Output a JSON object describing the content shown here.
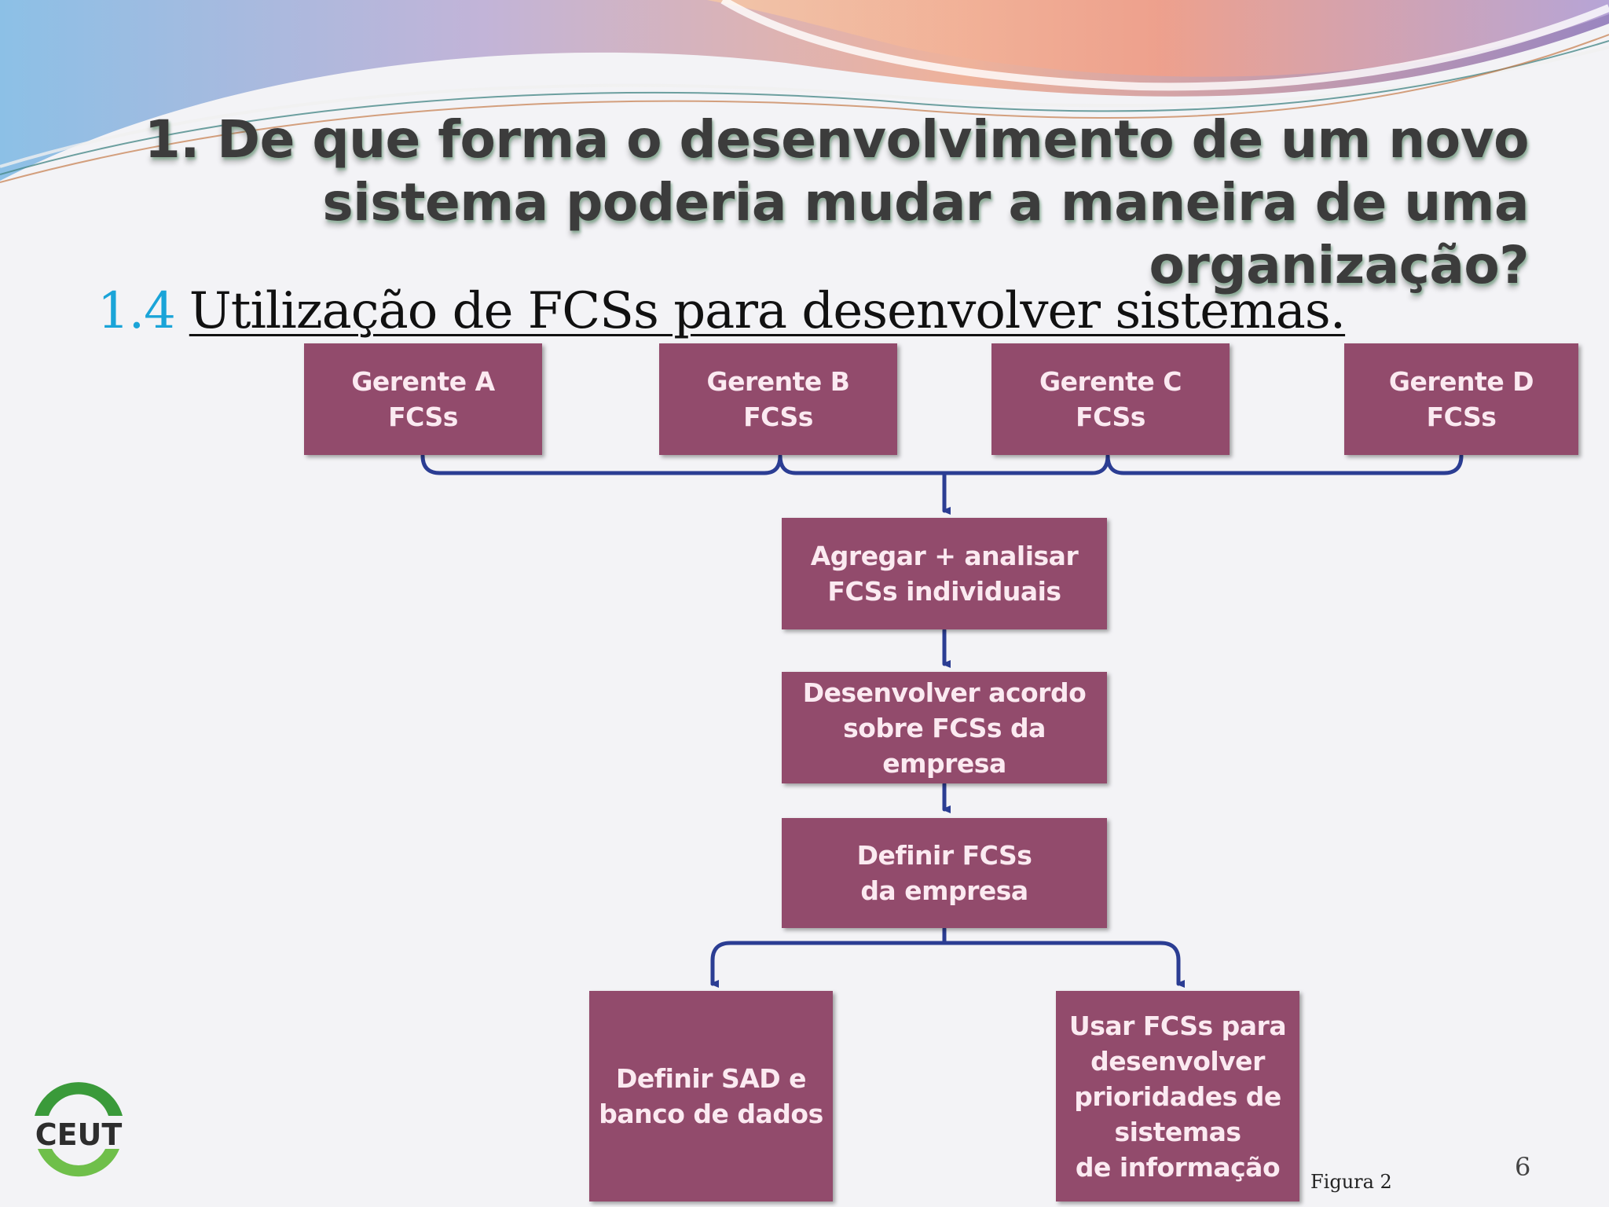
{
  "slide": {
    "title": "1. De que forma o desenvolvimento de um novo sistema poderia mudar a maneira de uma organização?",
    "subtitle_number": "1.4",
    "subtitle_text": "Utilização de FCSs para desenvolver sistemas.",
    "figure_caption": "Figura 2",
    "page_number": "6",
    "logo_text": "CEUT"
  },
  "diagram": {
    "managers": [
      {
        "label": "Gerente A\nFCSs"
      },
      {
        "label": "Gerente B\nFCSs"
      },
      {
        "label": "Gerente C\nFCSs"
      },
      {
        "label": "Gerente D\nFCSs"
      }
    ],
    "steps": [
      {
        "label": "Agregar + analisar\nFCSs individuais"
      },
      {
        "label": "Desenvolver acordo\nsobre FCSs da empresa"
      },
      {
        "label": "Definir FCSs\nda empresa"
      }
    ],
    "outputs": [
      {
        "label": "Definir SAD e\nbanco de dados"
      },
      {
        "label": "Usar FCSs para\ndesenvolver\nprioridades de\nsistemas\nde informação"
      }
    ]
  },
  "colors": {
    "box_fill": "#924b6c",
    "box_text": "#fbeaf1",
    "connector": "#2b3d93",
    "subtitle_number": "#1aa4d8",
    "logo_green": "#3a9a3a"
  }
}
